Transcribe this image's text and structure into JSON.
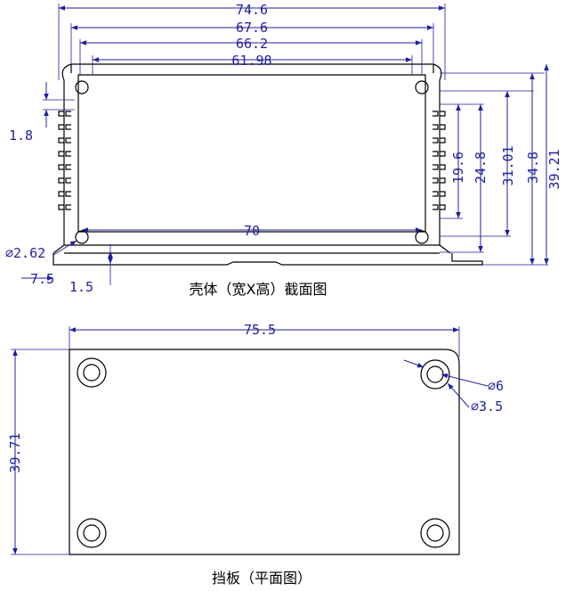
{
  "section_view": {
    "caption": "壳体（宽X高）截面图",
    "dims": {
      "overall_width": "74.6",
      "width_b": "67.6",
      "width_c": "66.2",
      "inner_width": "61.98",
      "rail_span": "70",
      "fin_height": "19.6",
      "height_a": "24.8",
      "height_b": "31.01",
      "height_c": "34.8",
      "overall_height": "39.21",
      "wall": "1.8",
      "hole_dia": "⌀2.62",
      "offset": "7.5",
      "base_thickness": "1.5"
    }
  },
  "end_plate_view": {
    "caption": "挡板（平面图）",
    "dims": {
      "width": "75.5",
      "height": "39.71",
      "outer_dia": "⌀6",
      "inner_dia": "⌀3.5"
    }
  },
  "colors": {
    "dimension": "#1f1f9e",
    "outline": "#000000"
  }
}
